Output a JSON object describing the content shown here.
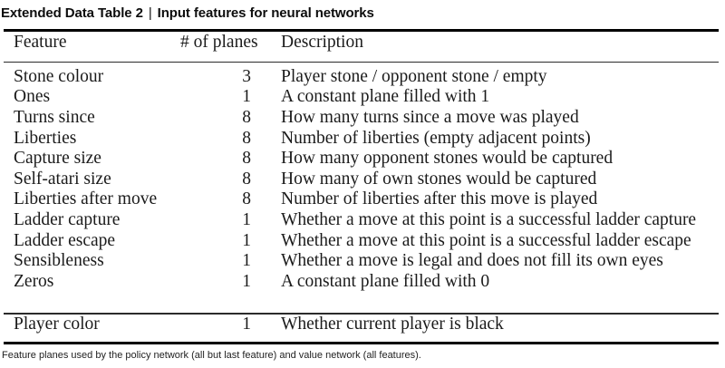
{
  "title": {
    "label": "Extended Data Table 2",
    "separator": "|",
    "subtitle": "Input features for neural networks"
  },
  "table": {
    "headers": {
      "feature": "Feature",
      "planes": "# of planes",
      "description": "Description"
    },
    "rows": [
      {
        "feature": "Stone colour",
        "planes": "3",
        "description": "Player stone / opponent stone / empty"
      },
      {
        "feature": "Ones",
        "planes": "1",
        "description": "A constant plane filled with 1"
      },
      {
        "feature": "Turns since",
        "planes": "8",
        "description": "How many turns since a move was played"
      },
      {
        "feature": "Liberties",
        "planes": "8",
        "description": "Number of liberties (empty adjacent points)"
      },
      {
        "feature": "Capture size",
        "planes": "8",
        "description": "How many opponent stones would be captured"
      },
      {
        "feature": "Self-atari size",
        "planes": "8",
        "description": "How many of own stones would be captured"
      },
      {
        "feature": "Liberties after move",
        "planes": "8",
        "description": "Number of liberties after this move is played"
      },
      {
        "feature": "Ladder capture",
        "planes": "1",
        "description": "Whether a move at this point is a successful ladder capture"
      },
      {
        "feature": "Ladder escape",
        "planes": "1",
        "description": "Whether a move at this point is a successful ladder escape"
      },
      {
        "feature": "Sensibleness",
        "planes": "1",
        "description": "Whether a move is legal and does not fill its own eyes"
      },
      {
        "feature": "Zeros",
        "planes": "1",
        "description": "A constant plane filled with 0"
      }
    ],
    "summary_row": {
      "feature": "Player color",
      "planes": "1",
      "description": "Whether current player is black"
    }
  },
  "footnote": "Feature planes used by the policy network (all but last feature) and value network (all features).",
  "colors": {
    "background": "#ffffff",
    "text": "#1b1b1b",
    "rule_thick": "#000000",
    "rule_thin": "#2b2b2b"
  }
}
